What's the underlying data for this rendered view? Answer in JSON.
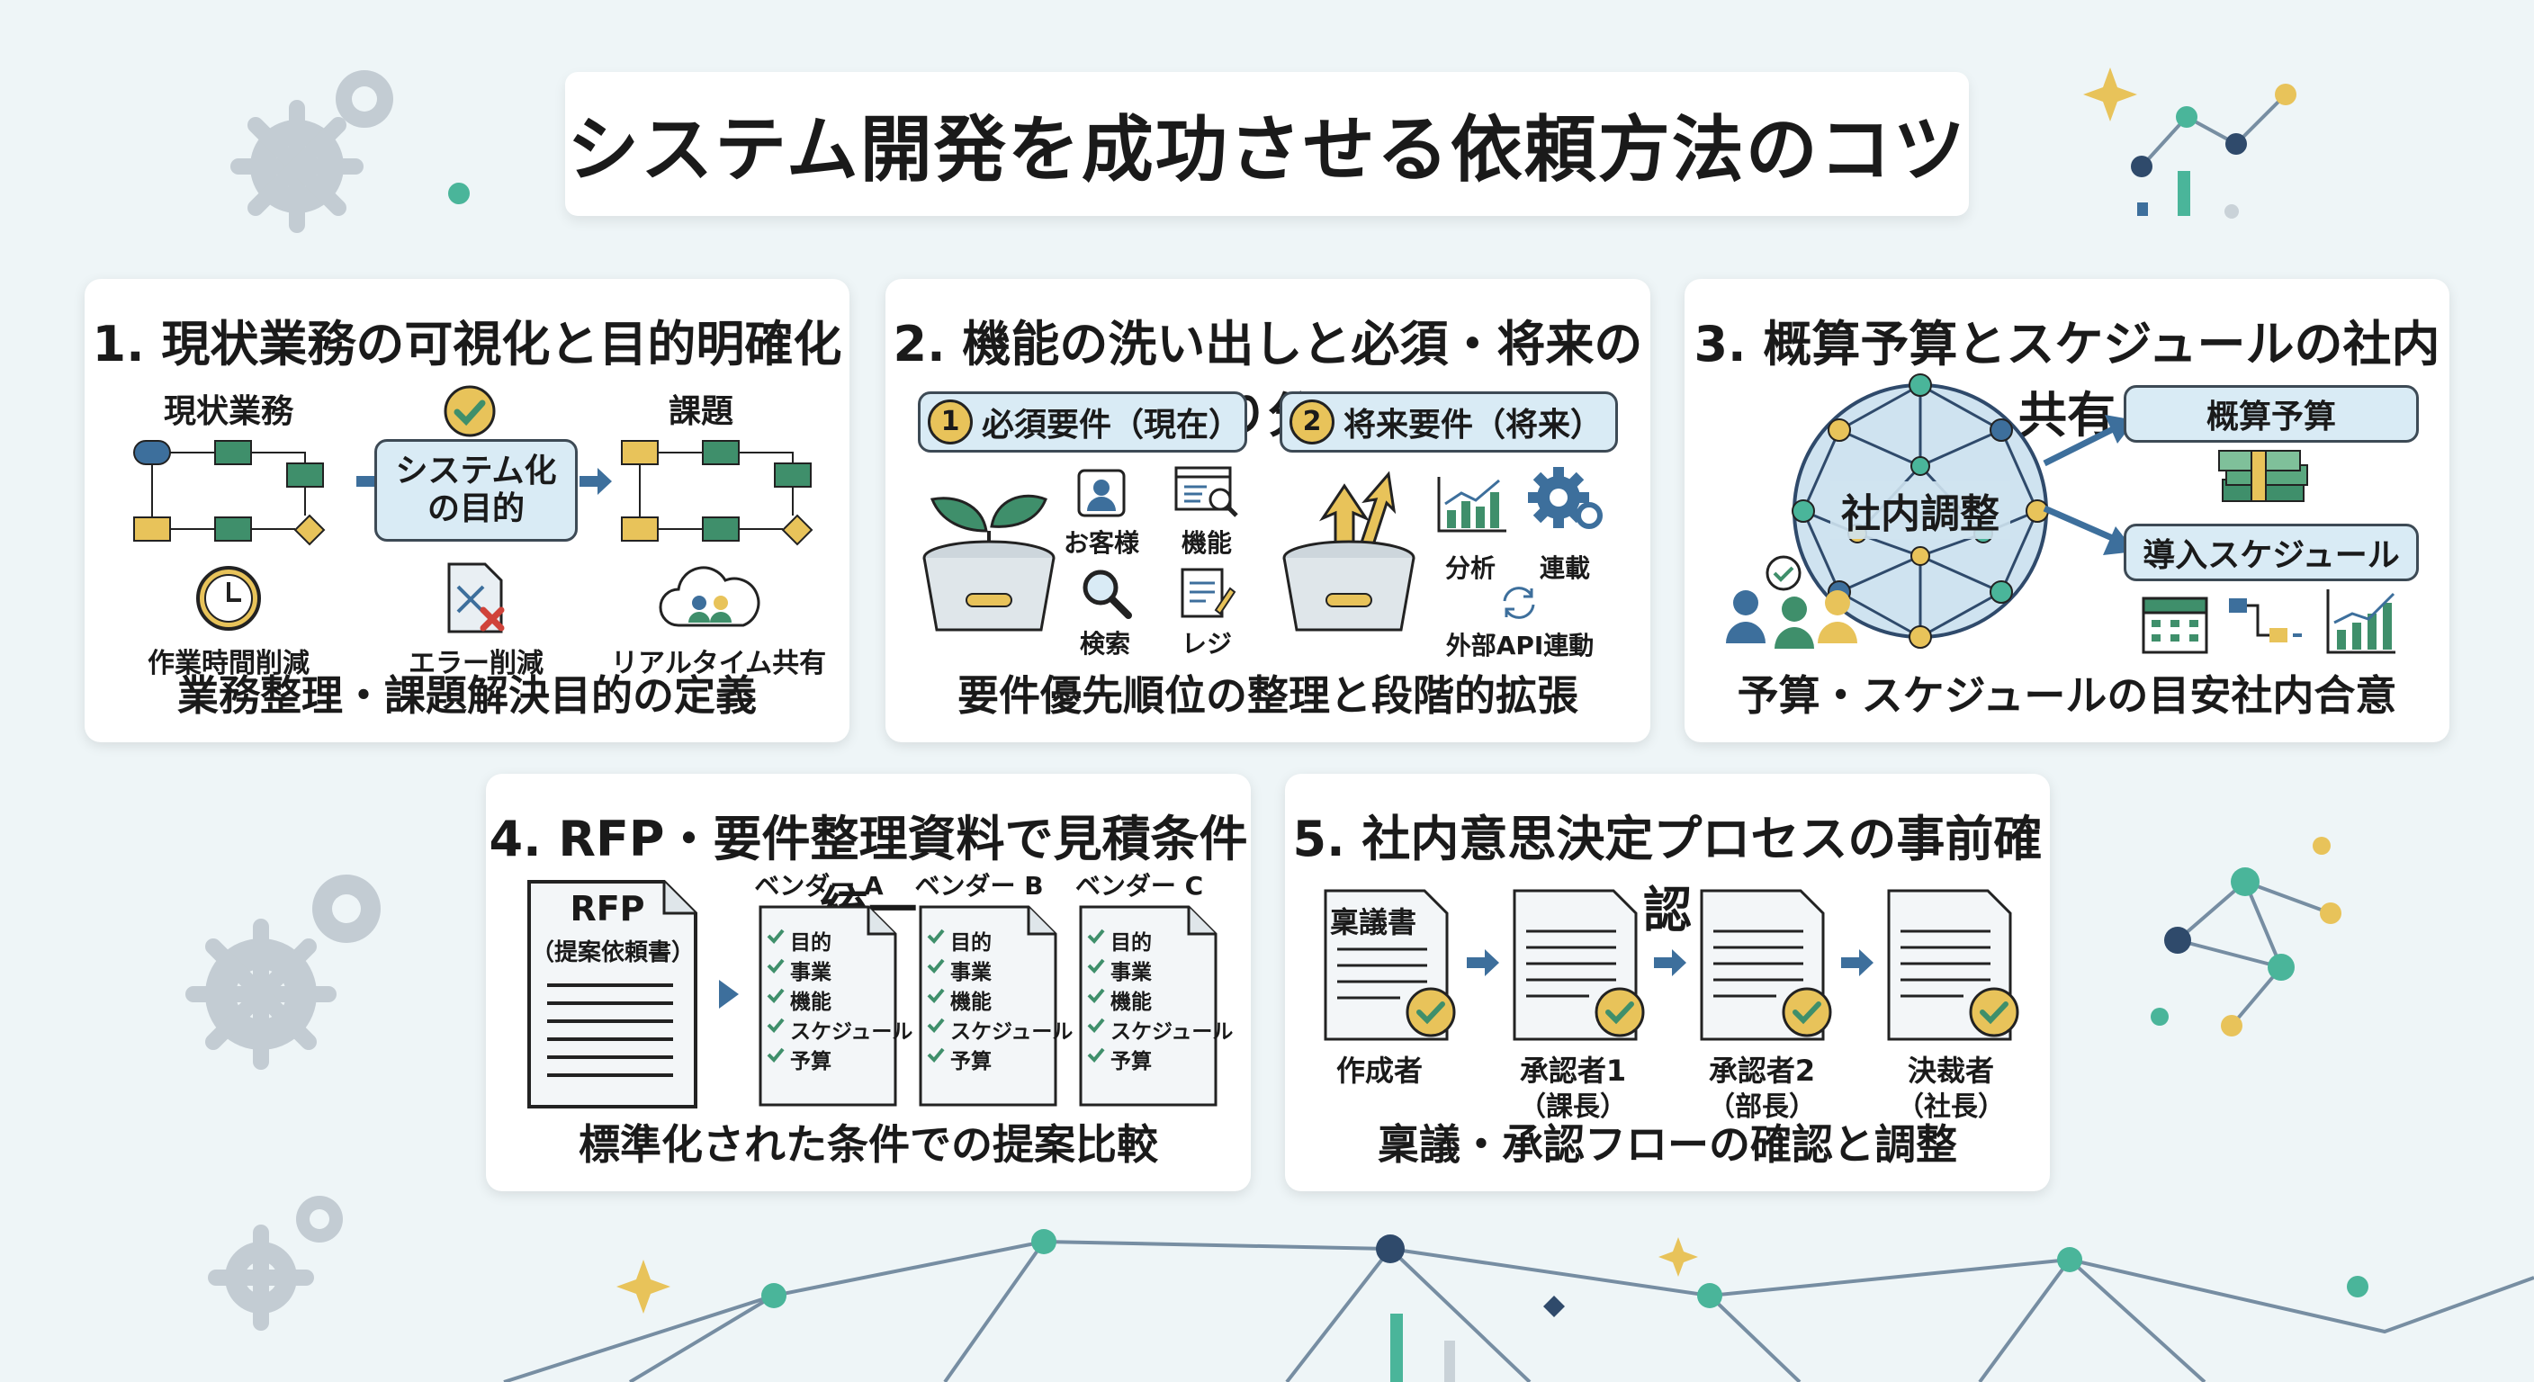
{
  "title": "システム開発を成功させる依頼方法のコツ",
  "cards": {
    "c1": {
      "title": "1. 現状業務の可視化と目的明確化",
      "current_label": "現状業務",
      "center_label": "システム化\nの目的",
      "issue_label": "課題",
      "bottom_items": [
        "作業時間削減",
        "エラー削減",
        "リアルタイム共有"
      ],
      "footer": "業務整理・課題解決目的の定義"
    },
    "c2": {
      "title": "2. 機能の洗い出しと必須・将来の切り分け",
      "must_num": "1",
      "must_label": "必須要件（現在）",
      "future_num": "2",
      "future_label": "将来要件（将来）",
      "must_items": [
        "お客様",
        "機能",
        "検索",
        "レジ"
      ],
      "future_items": [
        "分析",
        "連載",
        "外部API連動"
      ],
      "footer": "要件優先順位の整理と段階的拡張"
    },
    "c3": {
      "title": "3. 概算予算とスケジュールの社内共有",
      "network_label": "社内調整",
      "budget_label": "概算予算",
      "schedule_label": "導入スケジュール",
      "footer": "予算・スケジュールの目安社内合意"
    },
    "c4": {
      "title": "4. RFP・要件整理資料で見積条件統一",
      "rfp_label": "RFP",
      "rfp_sub": "（提案依頼書）",
      "vendors": [
        "ベンダー A",
        "ベンダー B",
        "ベンダー C"
      ],
      "checklist": [
        "目的",
        "事業",
        "機能",
        "スケジュール",
        "予算"
      ],
      "footer": "標準化された条件での提案比較"
    },
    "c5": {
      "title": "5. 社内意思決定プロセスの事前確認",
      "doc_label": "稟議書",
      "steps": [
        {
          "name": "作成者",
          "role": ""
        },
        {
          "name": "承認者1",
          "role": "（課長）"
        },
        {
          "name": "承認者2",
          "role": "（部長）"
        },
        {
          "name": "決裁者",
          "role": "（社長）"
        }
      ],
      "footer": "稟議・承認フローの確認と調整"
    }
  },
  "colors": {
    "navy": "#2f4a6b",
    "green": "#3f8f6b",
    "yellow": "#e8c35a",
    "lightblue": "#d9ebf5",
    "blue": "#3d6f9c",
    "teal": "#4ab59a"
  }
}
